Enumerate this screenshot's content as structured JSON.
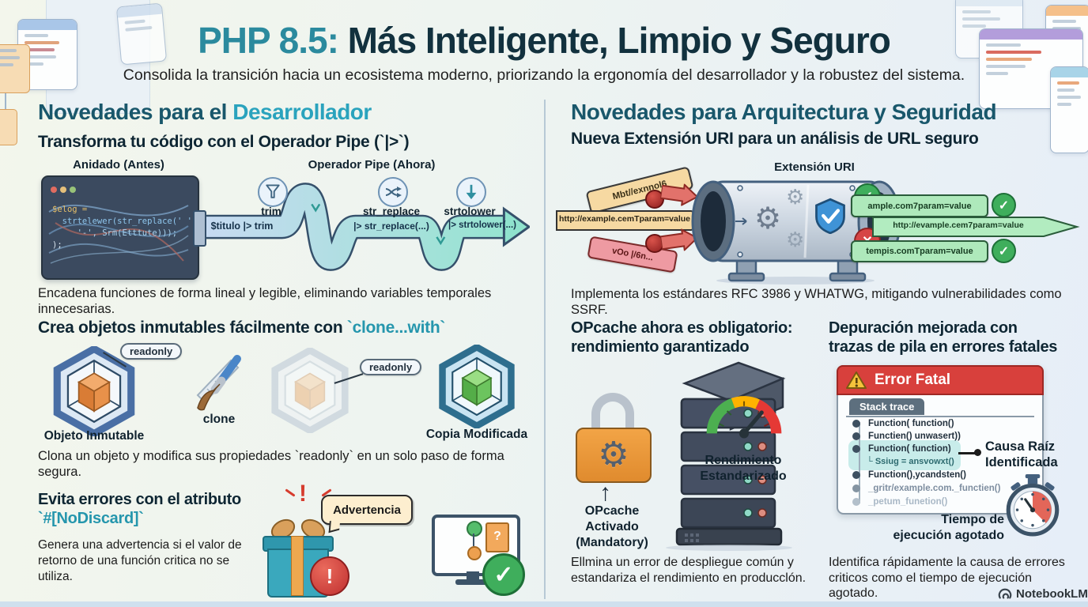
{
  "palette": {
    "title_accent": "#2b8a9e",
    "title_main": "#12313e",
    "heading_teal": "#19576b",
    "heading_accent": "#2aa3bd",
    "error_red": "#d8403c",
    "ok_green": "#3fae5c",
    "warn_yellow": "#f5c33b",
    "lock_orange": "#efa03e",
    "pipe_blue": "#c7daf2",
    "pipe_teal": "#96e4d0",
    "divider": "#b7c9d6"
  },
  "header": {
    "title_accent": "PHP 8.5:",
    "title_rest": " Más Inteligente, Limpio y Seguro",
    "subtitle": "Consolida la transición hacia un ecosistema moderno, priorizando la ergonomía del desarrollador y la robustez del sistema."
  },
  "left": {
    "heading_prefix": "Novedades para el ",
    "heading_accent": "Desarrollador",
    "pipe": {
      "title": "Transforma tu código con el Operador Pipe (`|>`)",
      "label_before": "Anidado (Antes)",
      "label_after": "Operador Pipe (Ahora)",
      "code": [
        "$elog =",
        "  strtelewer(str_replace(' ',",
        "     '-', Srm(Etttute)));",
        ");"
      ],
      "steps": [
        {
          "icon": "funnel-icon",
          "label": "trim",
          "pipe_text": "$titulo |> trim"
        },
        {
          "icon": "shuffle-icon",
          "label": "str_replace",
          "pipe_text": "|> str_replace(...)"
        },
        {
          "icon": "arrow-down-icon",
          "label": "strtolower",
          "pipe_text": "|> strtolower(...)"
        }
      ],
      "caption": "Encadena funciones de forma lineal y legible, eliminando variables temporales innecesarias."
    },
    "clone": {
      "title_prefix": "Crea objetos inmutables fácilmente con ",
      "title_code": "`clone...with`",
      "badge_left": "readonly",
      "badge_right": "readonly",
      "label_original": "Objeto Inmutable",
      "label_clone": "clone",
      "label_copy": "Copia Modificada",
      "caption": "Clona un objeto y modifica sus propiedades `readonly` en un solo paso de forma segura."
    },
    "nodiscard": {
      "title_prefix": "Evita errores con el atributo ",
      "title_code": "`#[NoDiscard]`",
      "body": "Genera una advertencia si el valor de retorno de una función critica no se utiliza.",
      "bubble": "Advertencia"
    }
  },
  "right": {
    "heading": "Novedades para Arquitectura y Seguridad",
    "uri": {
      "title": "Nueva Extensión URI para un análisis de URL seguro",
      "pipe_label": "Extensión URI",
      "input_top": "Mbt//exnnol6",
      "input_main": "http://example.cemTparam=value",
      "input_bottom": "vOo |/6n...",
      "output_top": "ample.com7param=value",
      "output_main": "http://evample.cem7param=value",
      "output_bottom": "tempis.comTparam=value",
      "caption": "Implementa los estándares RFC 3986 y WHATWG, mitigando vulnerabilidades como SSRF."
    },
    "opcache": {
      "title_line1": "OPcache ahora es obligatorio:",
      "title_line2": "rendimiento garantizado",
      "lock_label": [
        "OPcache",
        "Activado",
        "(Mandatory)"
      ],
      "gauge_label": [
        "Rendimiento",
        "Estandarizado"
      ],
      "caption": "Ellmina un error de despliegue común y estandariza el rendimiento en producclón."
    },
    "debug": {
      "title_line1": "Depuración mejorada con",
      "title_line2": "trazas de pila en errores fatales",
      "error_title": "Error Fatal",
      "tab": "Stack trace",
      "stack": [
        {
          "text": "Function( function()"
        },
        {
          "text": "Functien() unwasert))"
        },
        {
          "text": "Function( function)",
          "sub": "└  Ssiug = ansvowxt()"
        },
        {
          "text": "Function(),ycandsten()"
        },
        {
          "text": "_gritr/example.com._functien()"
        },
        {
          "text": "_petum_funetion()"
        }
      ],
      "callout_line1": "Causa Raíz",
      "callout_line2": "Identificada",
      "timeout_line1": "Tiempo de",
      "timeout_line2": "ejecución agotado",
      "caption": "Identifica rápidamente la causa de errores criticos como el tiempo de ejecución agotado."
    }
  },
  "footer": {
    "brand": "NotebookLM"
  }
}
